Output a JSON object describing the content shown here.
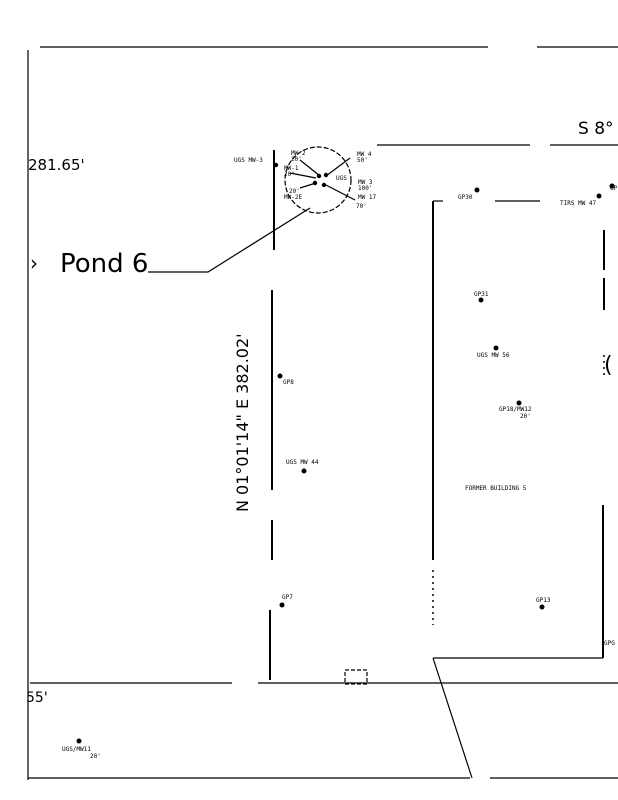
{
  "boundary": {
    "left_distance": "281.65'",
    "top_bearing": "S 8°",
    "west_bearing": "N 01°01'14\" E 382.02'",
    "bottom_distance": "55'"
  },
  "pond_label": "Pond 6",
  "cluster": {
    "ugs_mw_3": "UGS MW-3",
    "mw_2": "MW 2",
    "mw_2_depth": "20'",
    "mw_1": "MW-1",
    "mw_1_depth": "20'",
    "mw_4": "MW 4",
    "mw_4_depth": "50'",
    "ugs": "UGS",
    "mw_3": "MW 3",
    "mw_3_depth": "100'",
    "mw_2e_depth": "20'",
    "mw_2e": "MW-2E",
    "mw_17": "MW 17",
    "mw_17_depth": "70'"
  },
  "points": {
    "gp8": "GP8",
    "ugs_mw44": "UGS MW 44",
    "gp7": "GP7",
    "gp30": "GP30",
    "tirs_mw47": "TIRS MW 47",
    "gp_edge_top": "GP",
    "gp31": "GP31",
    "ugs_mw56": "UGS MW 56",
    "gp18": "GP18/MW12",
    "gp18_depth": "20'",
    "gp13": "GP13",
    "gp_edge_bottom": "GPG",
    "ugs_mw11": "UGS/MW11",
    "ugs_mw11_depth": "20'"
  },
  "building_label": "FORMER BUILDING 5"
}
